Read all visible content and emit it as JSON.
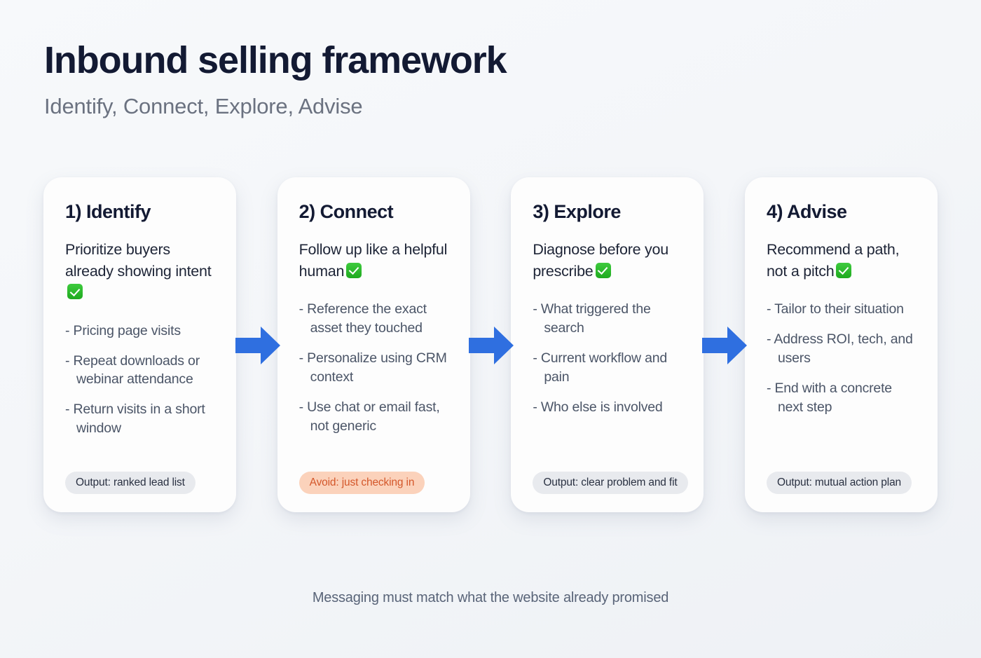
{
  "header": {
    "title": "Inbound selling framework",
    "subtitle": "Identify, Connect, Explore, Advise"
  },
  "colors": {
    "background": "#f4f6f9",
    "title": "#131a33",
    "subtitle": "#6b7280",
    "card_background": "#fdfdfd",
    "bullet_text": "#4b5567",
    "arrow_blue": "#2f6fe0",
    "badge_neutral_bg": "#e8eaee",
    "badge_neutral_text": "#2a3142",
    "badge_warn_bg": "#fbd2bb",
    "badge_warn_text": "#d4572a",
    "check_green": "#1faa1f"
  },
  "cards": [
    {
      "title": "1) Identify",
      "lead": "Prioritize buyers already showing intent",
      "lead_icon": "white-check-mark-icon",
      "bullets": [
        "- Pricing page visits",
        "- Repeat downloads or webinar attendance",
        "- Return visits in a short window"
      ],
      "badge": {
        "label": "Output: ranked lead list",
        "kind": "neutral"
      }
    },
    {
      "title": "2) Connect",
      "lead": "Follow up like a helpful human",
      "lead_icon": "white-check-mark-icon",
      "bullets": [
        "- Reference the exact asset they touched",
        "- Personalize using CRM context",
        "- Use chat or email fast, not generic"
      ],
      "badge": {
        "label": "Avoid: just checking in",
        "kind": "warn"
      }
    },
    {
      "title": "3) Explore",
      "lead": "Diagnose before you prescribe",
      "lead_icon": "white-check-mark-icon",
      "bullets": [
        "- What triggered the search",
        "- Current workflow and pain",
        "- Who else is involved"
      ],
      "badge": {
        "label": "Output: clear problem and fit",
        "kind": "neutral"
      }
    },
    {
      "title": "4) Advise",
      "lead": "Recommend a path, not a pitch",
      "lead_icon": "white-check-mark-icon",
      "bullets": [
        "- Tailor to their situation",
        "- Address ROI, tech, and users",
        "- End with a concrete next step"
      ],
      "badge": {
        "label": "Output: mutual action plan",
        "kind": "neutral"
      }
    }
  ],
  "arrows": [
    {
      "name": "arrow-identify-to-connect"
    },
    {
      "name": "arrow-connect-to-explore"
    },
    {
      "name": "arrow-explore-to-advise"
    }
  ],
  "footer": {
    "note": "Messaging must match what the website already promised"
  }
}
